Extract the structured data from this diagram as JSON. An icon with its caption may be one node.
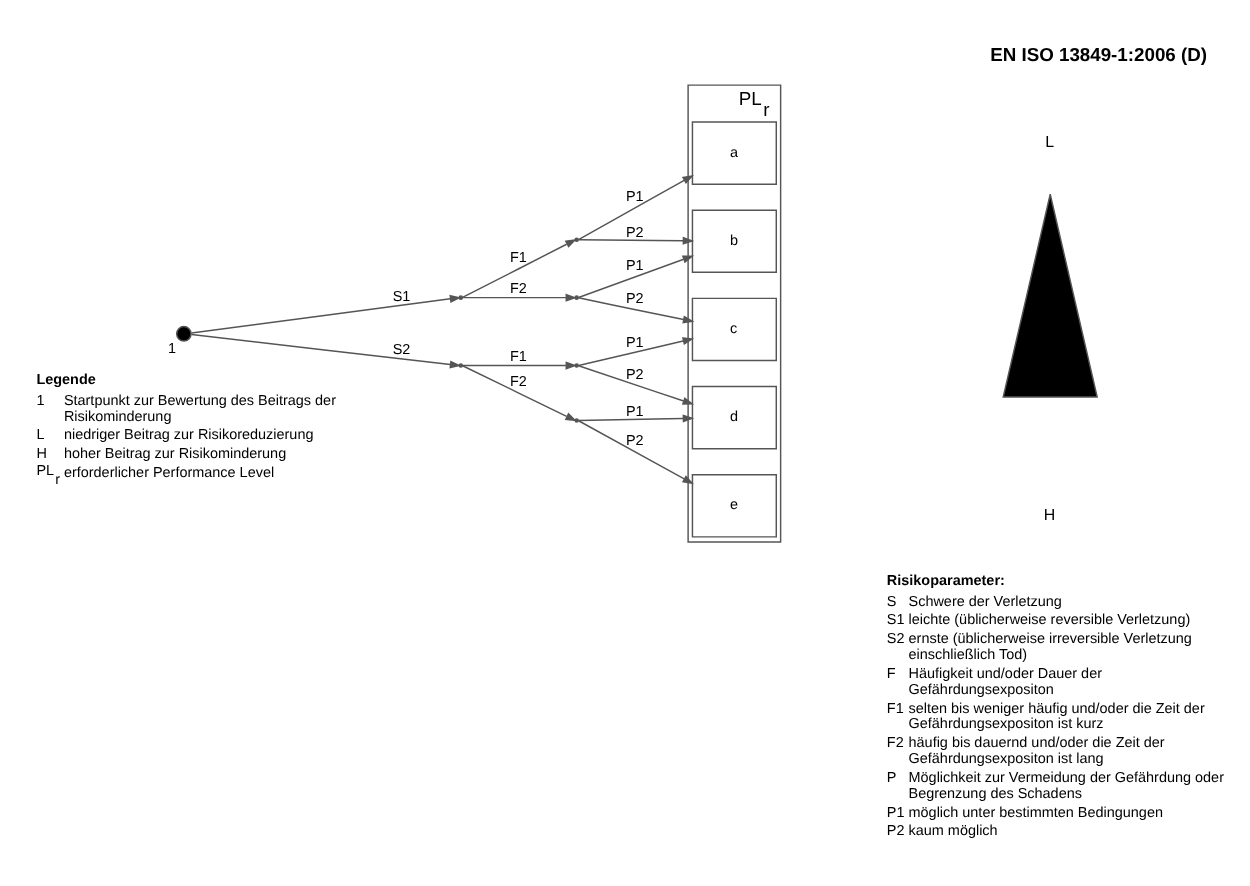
{
  "diagram": {
    "title": "EN ISO 13849-1:2006 (D)",
    "nodes": [
      {
        "text": [],
        "shape": "circle",
        "beside": [
          "1"
        ]
      },
      {
        "text": [],
        "shape": "point"
      },
      {
        "text": [],
        "shape": "point"
      },
      {
        "text": [],
        "shape": "point"
      },
      {
        "text": [],
        "shape": "point"
      },
      {
        "text": [],
        "shape": "point"
      },
      {
        "text": [],
        "shape": "point"
      },
      {
        "text": [
          "PL$_{r}$"
        ]
      },
      {
        "text": [
          "a"
        ],
        "in": 7
      },
      {
        "text": [
          "b"
        ],
        "in": 7
      },
      {
        "text": [
          "c"
        ],
        "in": 7
      },
      {
        "text": [
          "d"
        ],
        "in": 7
      },
      {
        "text": [
          "e"
        ],
        "in": 7
      },
      {
        "text": [],
        "shape": "triangle"
      }
    ],
    "edges": [
      {
        "from": 0,
        "to": 1,
        "arrow": "to",
        "label": "S1"
      },
      {
        "from": 0,
        "to": 2,
        "arrow": "to",
        "label": "S2"
      },
      {
        "from": 1,
        "to": 3,
        "arrow": "to",
        "label": "F1"
      },
      {
        "from": 1,
        "to": 4,
        "arrow": "to",
        "label": "F2"
      },
      {
        "from": 2,
        "to": 5,
        "arrow": "to",
        "label": "F1"
      },
      {
        "from": 2,
        "to": 6,
        "arrow": "to",
        "label": "F2"
      },
      {
        "from": 3,
        "to": 8,
        "arrow": "to",
        "label": "P1"
      },
      {
        "from": 3,
        "to": 9,
        "arrow": "to",
        "label": "P2"
      },
      {
        "from": 4,
        "to": 9,
        "arrow": "to",
        "label": "P1"
      },
      {
        "from": 4,
        "to": 10,
        "arrow": "to",
        "label": "P2"
      },
      {
        "from": 5,
        "to": 10,
        "arrow": "to",
        "label": "P1"
      },
      {
        "from": 5,
        "to": 11,
        "arrow": "to",
        "label": "P2"
      },
      {
        "from": 6,
        "to": 11,
        "arrow": "to",
        "label": "P1"
      },
      {
        "from": 6,
        "to": 12,
        "arrow": "to",
        "label": "P2"
      }
    ],
    "labels": [
      "L",
      "H",
      "Legende",
      "1",
      "Startpunkt zur Bewertung des Beitrags der Risikominderung",
      "L",
      "niedriger Beitrag zur Risikoreduzierung",
      "H",
      "hoher Beitrag zur Risikominderung",
      "PL$_{r}$",
      "erforderlicher Performance Level",
      "Risikoparameter:",
      "S",
      "Schwere der Verletzung",
      "S1",
      "leichte (üblicherweise reversible Verletzung)",
      "S2",
      "ernste (üblicherweise irreversible Verletzung einschließlich Tod)",
      "F",
      "Häufigkeit und/oder Dauer der Gefährdungsexpositon",
      "F1",
      "selten bis weniger häufig und/oder die Zeit der Gefährdungsexpositon ist kurz",
      "F2",
      "häufig bis dauernd und/oder die Zeit der Gefährdungsexpositon ist lang",
      "P",
      "Möglichkeit zur Vermeidung der Gefährdung oder Begrenzung des Schadens",
      "P1",
      "möglich unter bestimmten Bedingungen",
      "P2",
      "kaum möglich"
    ]
  }
}
